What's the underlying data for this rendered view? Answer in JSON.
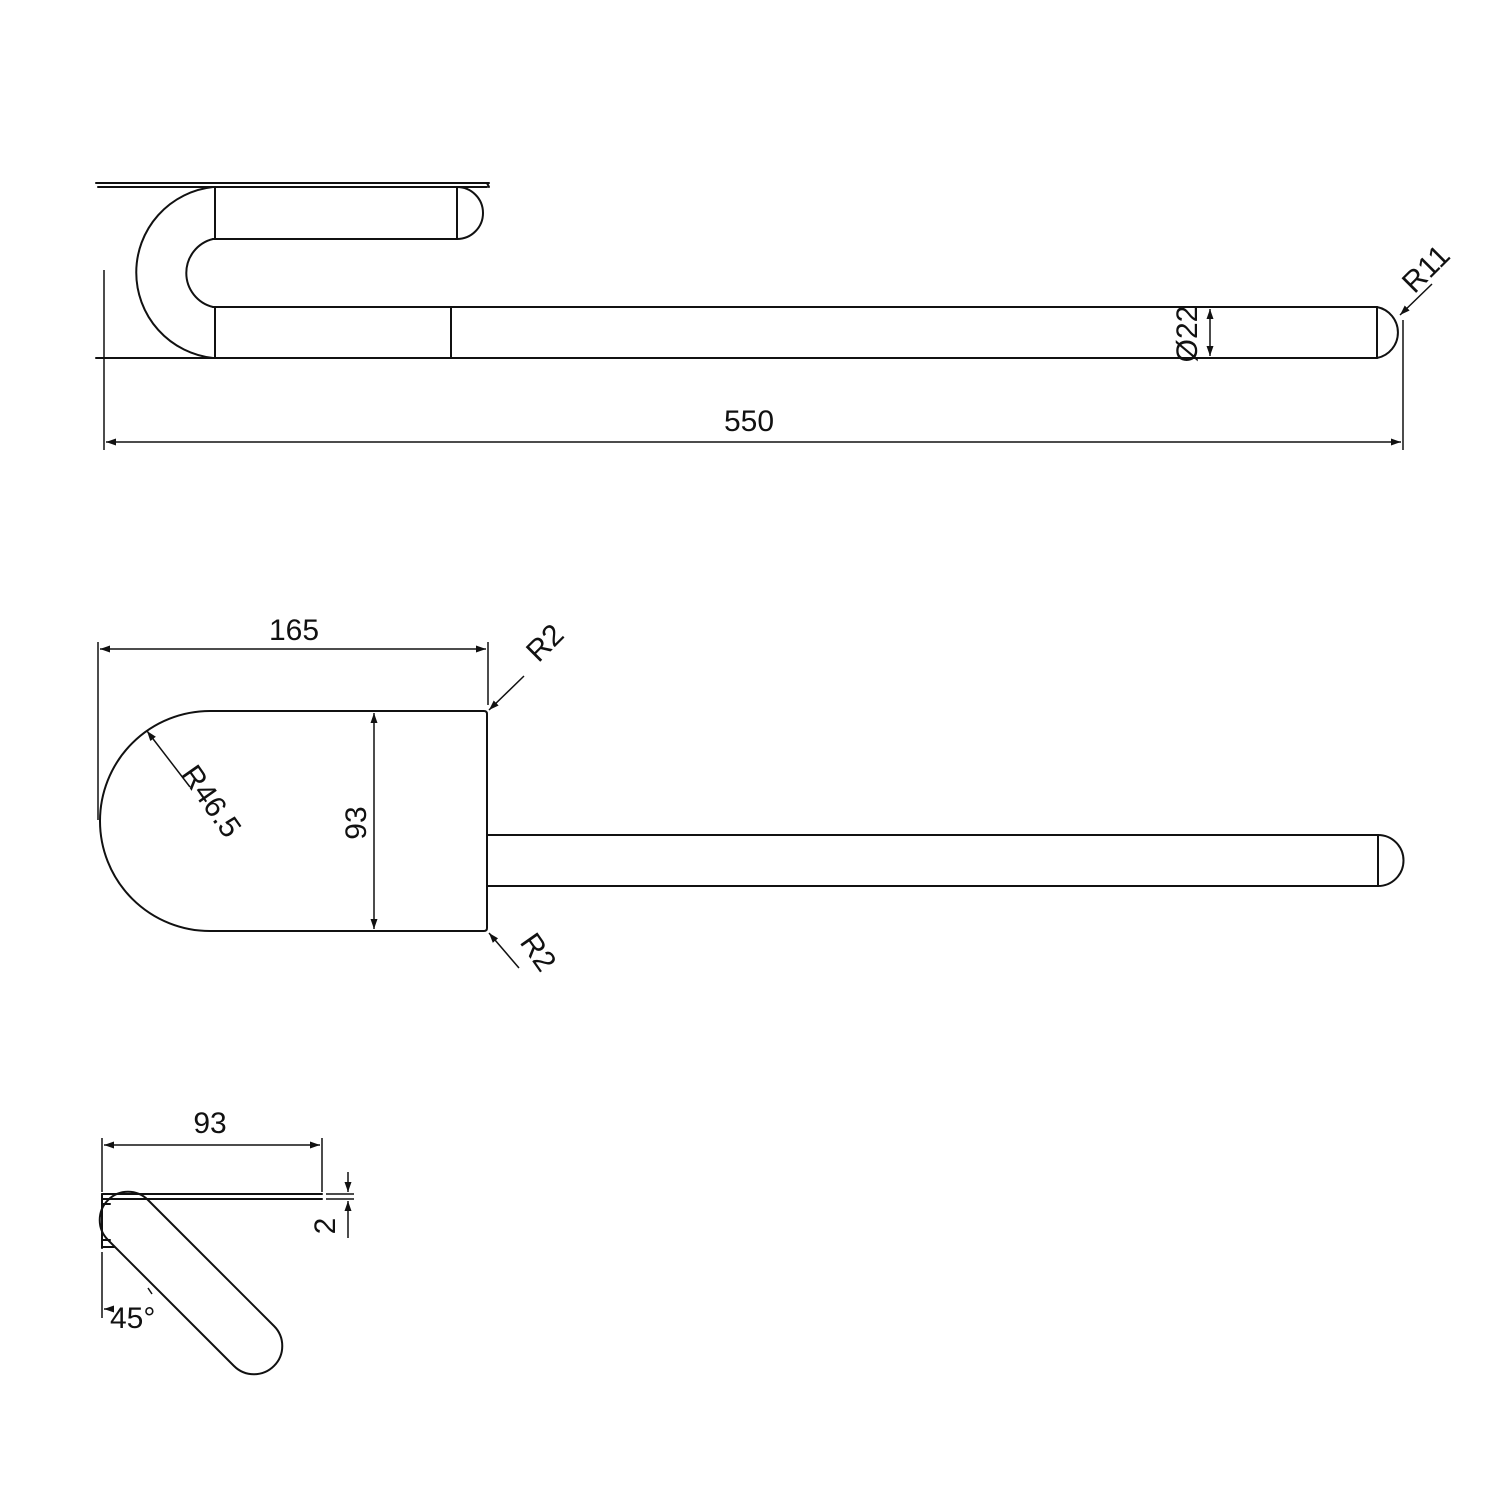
{
  "colors": {
    "line": "#111111",
    "background": "#ffffff"
  },
  "side_view": {
    "length": "550",
    "diameter": "Ø22",
    "end_radius": "R11"
  },
  "top_view": {
    "width": "165",
    "depth": "93",
    "bend_radius": "R46.5",
    "corner_radius_top": "R2",
    "corner_radius_bottom": "R2"
  },
  "end_view": {
    "width": "93",
    "plate_thickness": "2",
    "angle": "45°"
  }
}
